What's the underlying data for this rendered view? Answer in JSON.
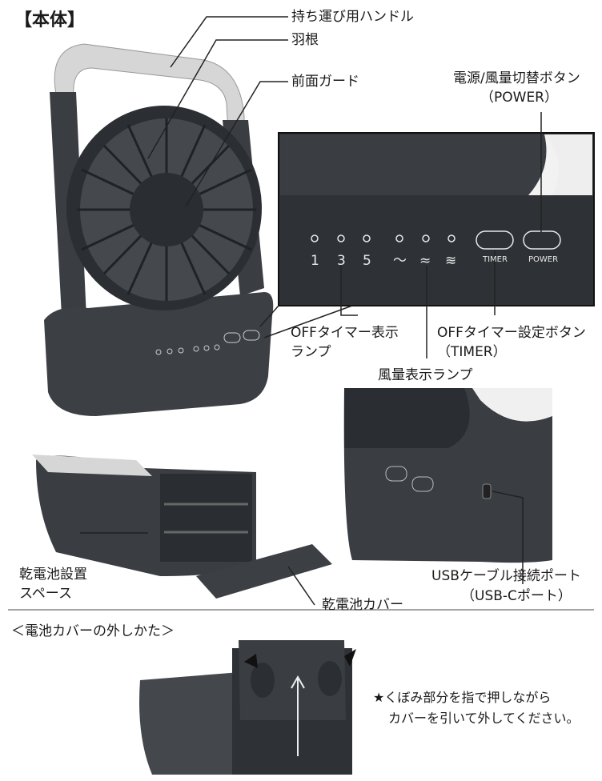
{
  "title": "【本体】",
  "labels": {
    "handle": "持ち運び用ハンドル",
    "blade": "羽根",
    "guard": "前面ガード",
    "power_line1": "電源/風量切替ボタン",
    "power_line2": "（POWER）",
    "off_lamp_line1": "OFFタイマー表示",
    "off_lamp_line2": "ランプ",
    "timer_btn_line1": "OFFタイマー設定ボタン",
    "timer_btn_line2": "（TIMER）",
    "wind_lamp": "風量表示ランプ",
    "battery_space_line1": "乾電池設置",
    "battery_space_line2": "スペース",
    "battery_cover": "乾電池カバー",
    "usb_line1": "USBケーブル接続ポート",
    "usb_line2": "（USB-Cポート）"
  },
  "panel": {
    "timer_nums": [
      "1",
      "3",
      "5"
    ],
    "wind_symbols": [
      "～",
      "≈",
      "≋"
    ],
    "timer_button": "TIMER",
    "power_button": "POWER"
  },
  "section2": {
    "heading": "＜電池カバーの外しかた＞",
    "note_line1": "★くぼみ部分を指で押しながら",
    "note_line2": "カバーを引いて外してください。"
  }
}
